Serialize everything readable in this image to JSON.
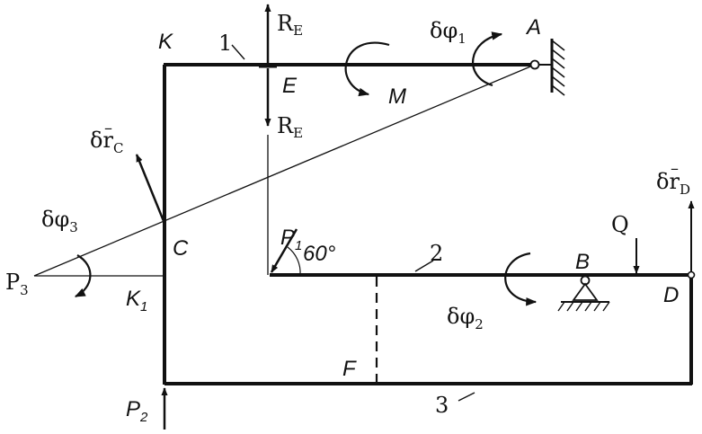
{
  "labels": {
    "K": "K",
    "member_1": "1",
    "RE": "R",
    "RE_sub": "E",
    "E": "E",
    "M": "M",
    "dphi": "δφ",
    "dphi1_sub": "1",
    "dphi2_sub": "2",
    "dphi3_sub": "3",
    "A": "A",
    "drc_delta": "δ",
    "drc_r": "r",
    "drc_sub": "C",
    "drd_sub": "D",
    "bar": "–",
    "P": "P",
    "P1_sub": "1",
    "P2_sub": "2",
    "P3_sub": "3",
    "angle": "60°",
    "C": "C",
    "member_2": "2",
    "Q": "Q",
    "B": "B",
    "D": "D",
    "K1": "K",
    "K1_sub": "1",
    "F": "F",
    "member_3": "3"
  },
  "colors": {
    "ink": "#111111",
    "background": "#ffffff"
  }
}
